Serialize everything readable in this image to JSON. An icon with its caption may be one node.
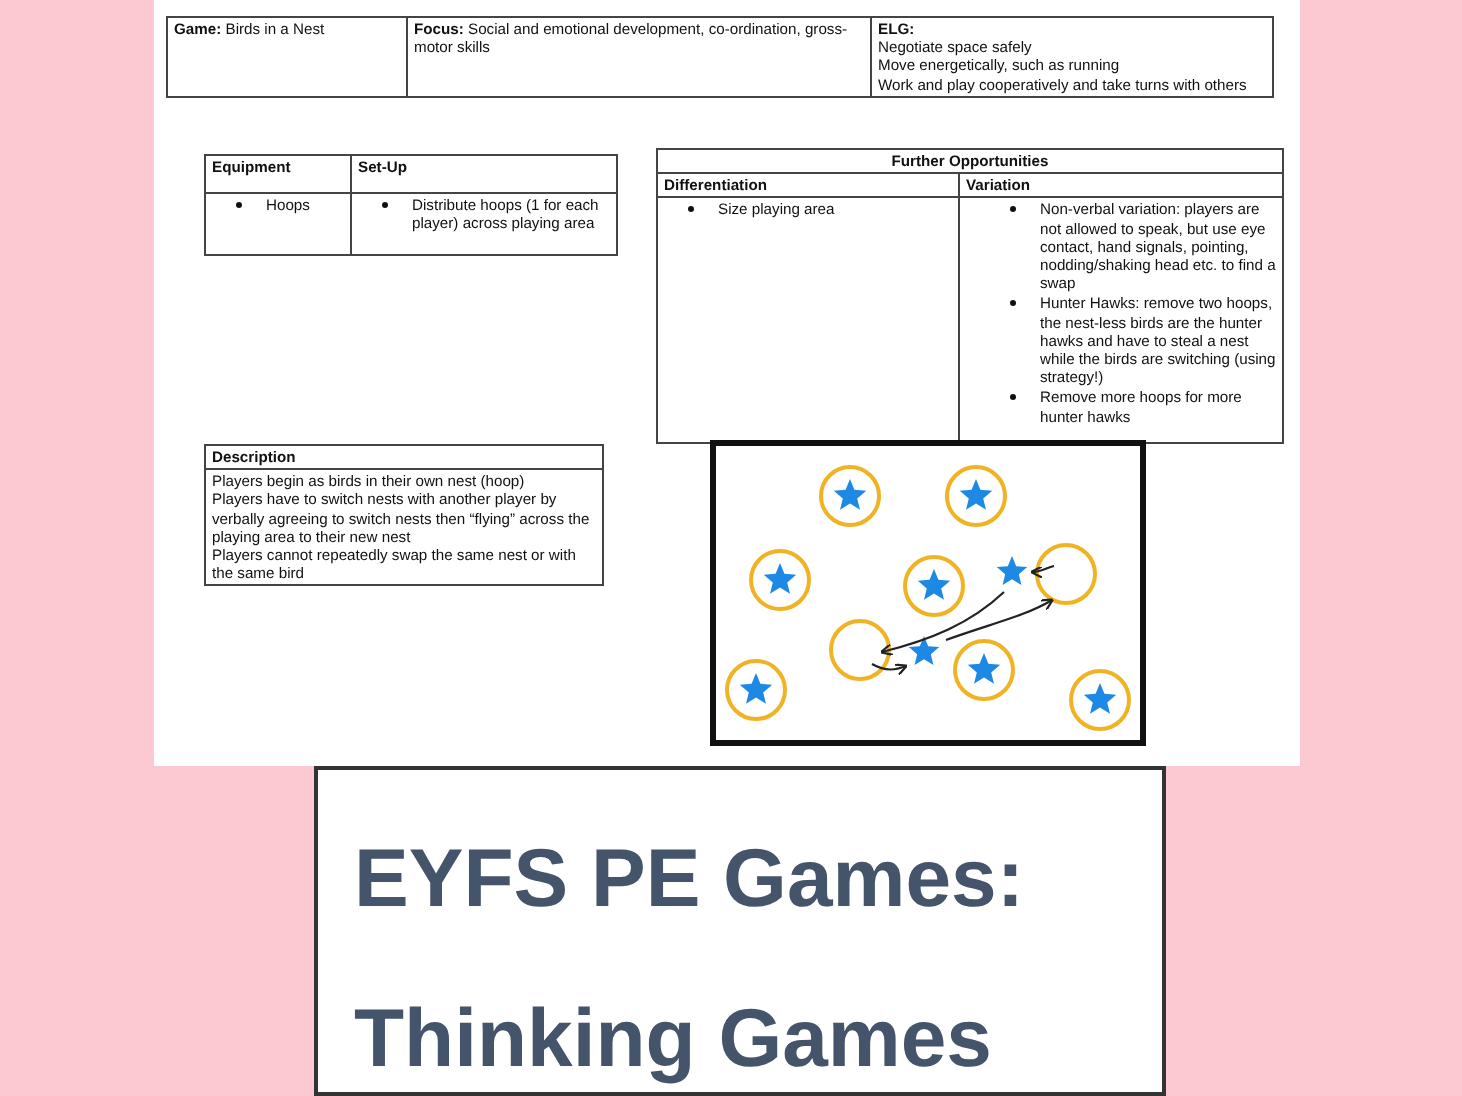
{
  "diagram": {
    "title": "EYFS PE Games: Thinking Games",
    "labels": [
      "**Game:** Birds in a Nest",
      "**Focus:** Social and emotional development, co-ordination, gross-motor skills",
      "ELG:",
      "Negotiate space safely",
      "Move energetically, such as running",
      "Work and play cooperatively and take turns with others",
      "Equipment",
      "Set-Up",
      "Hoops",
      "Distribute hoops (1 for each player) across playing area",
      "Further Opportunities",
      "Differentiation",
      "Variation",
      "Size playing area",
      "Non-verbal variation: players are not allowed to speak, but use eye contact, hand signals, pointing, nodding/shaking head etc. to find a swap",
      "Hunter Hawks: remove two hoops, the nest-less birds are the hunter hawks and have to steal a nest while the birds are switching (using strategy!)",
      "Remove more hoops for more hunter hawks",
      "Description",
      "Players begin as birds in their own nest (hoop)",
      "Players have to switch nests with another player by verbally agreeing to switch nests then “flying” across the playing area to their new nest",
      "Players cannot repeatedly swap the same nest or with the same bird"
    ]
  }
}
